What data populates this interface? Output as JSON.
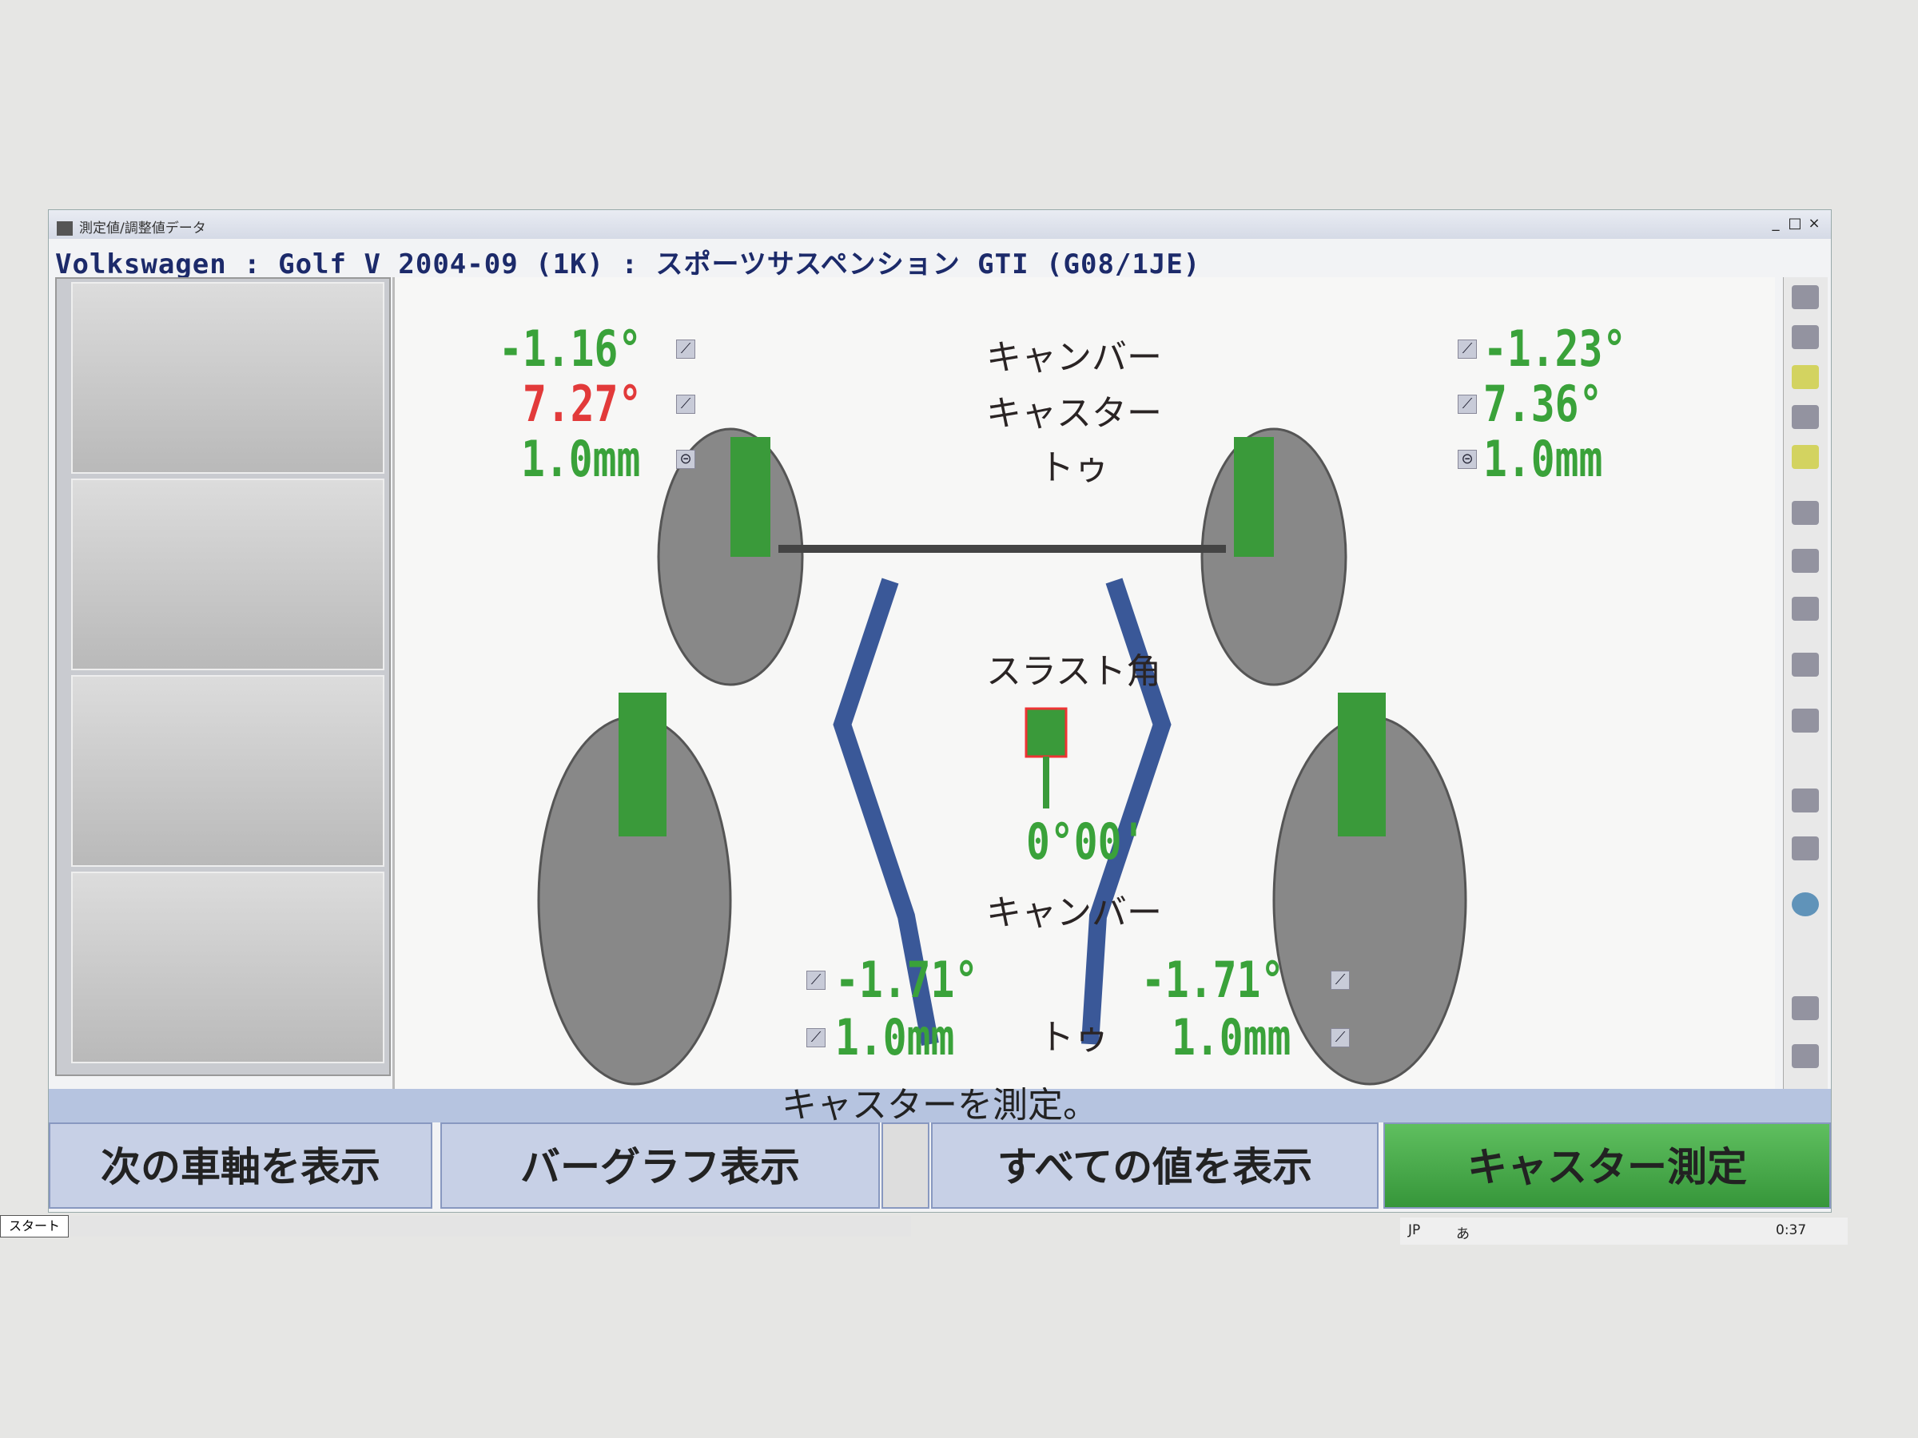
{
  "window": {
    "title": "測定値/調整値データ",
    "controls": [
      "_",
      "□",
      "×"
    ]
  },
  "vehicle": "Volkswagen : Golf V 2004-09 (1K) : スポーツサスペンション GTI (G08/1JE)",
  "front": {
    "labels": {
      "camber": "キャンバー",
      "caster": "キャスター",
      "toe": "トゥ"
    },
    "left": {
      "camber": "-1.16°",
      "caster": "7.27°",
      "toe": "1.0mm"
    },
    "right": {
      "camber": "-1.23°",
      "caster": "7.36°",
      "toe": "1.0mm"
    }
  },
  "thrust": {
    "label": "スラスト角",
    "value": "0°00'"
  },
  "rear": {
    "labels": {
      "camber": "キャンバー",
      "toe": "トゥ"
    },
    "left": {
      "camber": "-1.71°",
      "toe": "1.0mm"
    },
    "right": {
      "camber": "-1.71°",
      "toe": "1.0mm"
    }
  },
  "status": "キャスターを測定。",
  "buttons": {
    "next_axle": "次の車軸を表示",
    "bar_graph": "バーグラフ表示",
    "show_all": "すべての値を表示",
    "measure_caster": "キャスター測定"
  },
  "taskbar": {
    "start": "スタート",
    "ime": "JP",
    "kana": "あ",
    "clock": "0:37"
  },
  "colors": {
    "in_tolerance": "#3aa23a",
    "out_of_tolerance": "#e23a3a",
    "action_button": "#3fa645"
  }
}
